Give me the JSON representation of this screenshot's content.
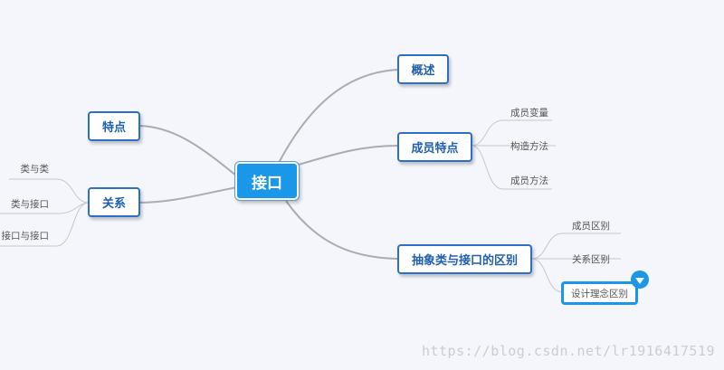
{
  "mindmap": {
    "root": "接口",
    "branches": {
      "overview": "概述",
      "members": {
        "label": "成员特点",
        "children": [
          "成员变量",
          "构造方法",
          "成员方法"
        ]
      },
      "abstract_vs_interface": {
        "label": "抽象类与接口的区别",
        "children": [
          "成员区别",
          "关系区别",
          "设计理念区别"
        ]
      },
      "traits": "特点",
      "relations": {
        "label": "关系",
        "children": [
          "类与类",
          "类与接口",
          "接口与接口"
        ]
      }
    }
  },
  "watermark": "https://blog.csdn.net/lr1916417519",
  "colors": {
    "root_fill": "#1a97e8",
    "main_border": "#2c6fc6",
    "main_text": "#1f5fb0",
    "link": "#a8acb3",
    "sub_line": "#c4c8ce",
    "selected_border": "#1a97e8"
  },
  "icons": {
    "collapse_toggle": "chevron-down-icon"
  }
}
